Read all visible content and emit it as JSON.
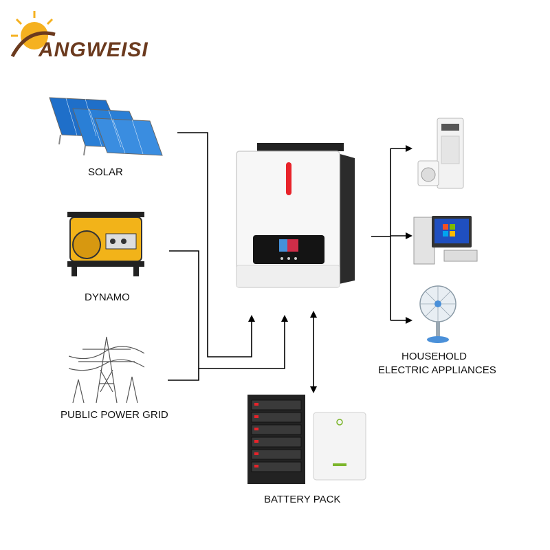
{
  "brand": {
    "name": "ANGWEISI",
    "color": "#6b3a1e",
    "accent": "#f5b120"
  },
  "sources": [
    {
      "id": "solar",
      "label": "SOLAR",
      "icon": "solar-panel-icon"
    },
    {
      "id": "dynamo",
      "label": "DYNAMO",
      "icon": "generator-icon"
    },
    {
      "id": "grid",
      "label": "PUBLIC POWER GRID",
      "icon": "power-tower-icon"
    }
  ],
  "center": {
    "icon": "inverter-icon",
    "indicator_color": "#e8232a"
  },
  "battery": {
    "label": "BATTERY PACK",
    "icon": "battery-rack-icon"
  },
  "appliances": {
    "label_line1": "HOUSEHOLD",
    "label_line2": "ELECTRIC APPLIANCES",
    "icons": [
      "air-conditioner-icon",
      "computer-icon",
      "fan-icon"
    ]
  },
  "colors": {
    "line": "#000000",
    "panel_blue": "#1f6fc9"
  }
}
